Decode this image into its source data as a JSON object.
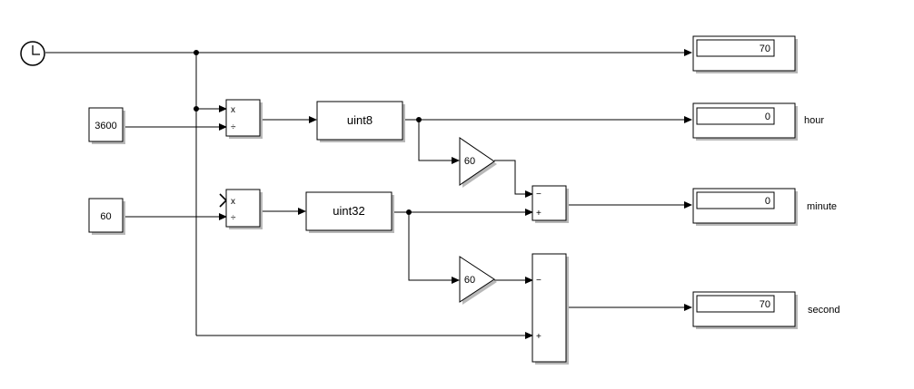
{
  "blocks": {
    "constant_hour": "3600",
    "constant_minute": "60",
    "convert_hour": "uint8",
    "convert_minute": "uint32",
    "gain_hour": "60",
    "gain_minute": "60"
  },
  "divide_ports": {
    "multiply": "x",
    "divide": "÷"
  },
  "sum_ports": {
    "minus": "−",
    "plus": "+"
  },
  "displays": {
    "time": {
      "value": "70",
      "label": ""
    },
    "hour": {
      "value": "0",
      "label": "hour"
    },
    "minute": {
      "value": "0",
      "label": "minute"
    },
    "second": {
      "value": "70",
      "label": "second"
    }
  },
  "icons": {
    "clock": "clock-icon"
  }
}
